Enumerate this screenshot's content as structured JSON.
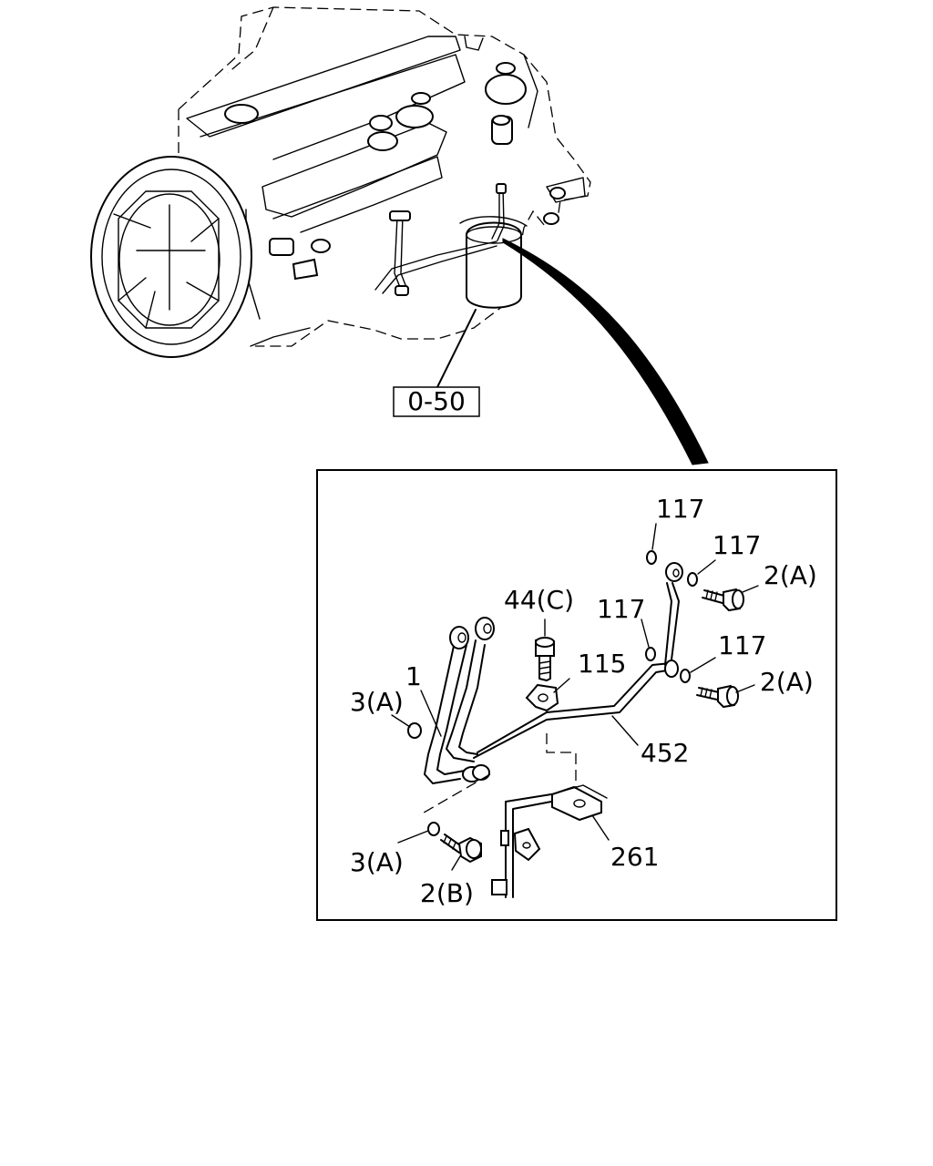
{
  "callouts": {
    "ref_box": "0-50",
    "part_1": "1",
    "part_3a_top": "3(A)",
    "part_3a_bottom": "3(A)",
    "part_2b": "2(B)",
    "part_44c": "44(C)",
    "part_115": "115",
    "part_452": "452",
    "part_261": "261",
    "part_117_a": "117",
    "part_117_b": "117",
    "part_117_c": "117",
    "part_117_d": "117",
    "part_2a_top": "2(A)",
    "part_2a_bottom": "2(A)"
  }
}
